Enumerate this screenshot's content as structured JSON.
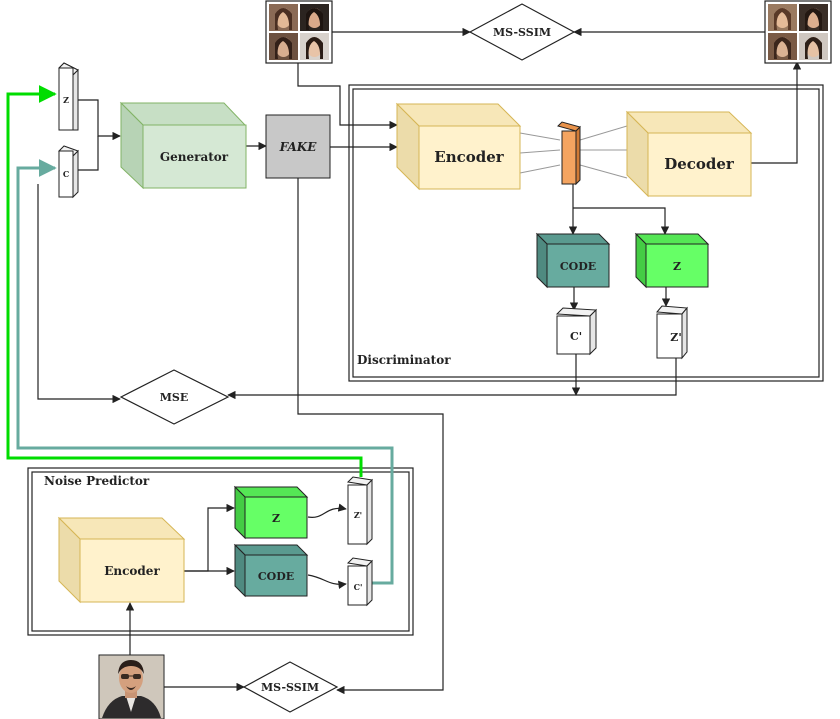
{
  "colors": {
    "generator_front": "#d5e8d4",
    "generator_side": "#b7d3b5",
    "generator_top": "#c7dfc5",
    "generator_stroke": "#82b366",
    "encoder_front": "#fff2cc",
    "encoder_side": "#ecdcaa",
    "encoder_top": "#f7e7b8",
    "encoder_stroke": "#d6b656",
    "code_front": "#67ab9f",
    "code_side": "#4f8a80",
    "code_top": "#5a9a8f",
    "z_front": "#66ff66",
    "z_side": "#44cc44",
    "z_top": "#55e655",
    "latent_front": "#f4a460",
    "fake_fill": "#c8c8c8",
    "green_wire": "#00dd00",
    "teal_wire": "#67ab9f"
  },
  "labels": {
    "z_input": "Z",
    "c_input": "C",
    "generator": "Generator",
    "fake": "FAKE",
    "ms_ssim_top": "MS-SSIM",
    "ms_ssim_bottom": "MS-SSIM",
    "mse": "MSE",
    "disc_encoder": "Encoder",
    "disc_decoder": "Decoder",
    "disc_code": "CODE",
    "disc_z": "Z",
    "c_prime": "C'",
    "z_prime": "Z'",
    "discriminator": "Discriminator",
    "noise_predictor": "Noise Predictor",
    "np_encoder": "Encoder",
    "np_z": "Z",
    "np_code": "CODE",
    "np_z_prime": "Z'",
    "np_c_prime": "C'"
  },
  "icons": {
    "real_faces": "face-photo-grid-icon",
    "reconstructed_faces": "face-photo-grid-icon",
    "input_face": "portrait-photo-icon"
  }
}
